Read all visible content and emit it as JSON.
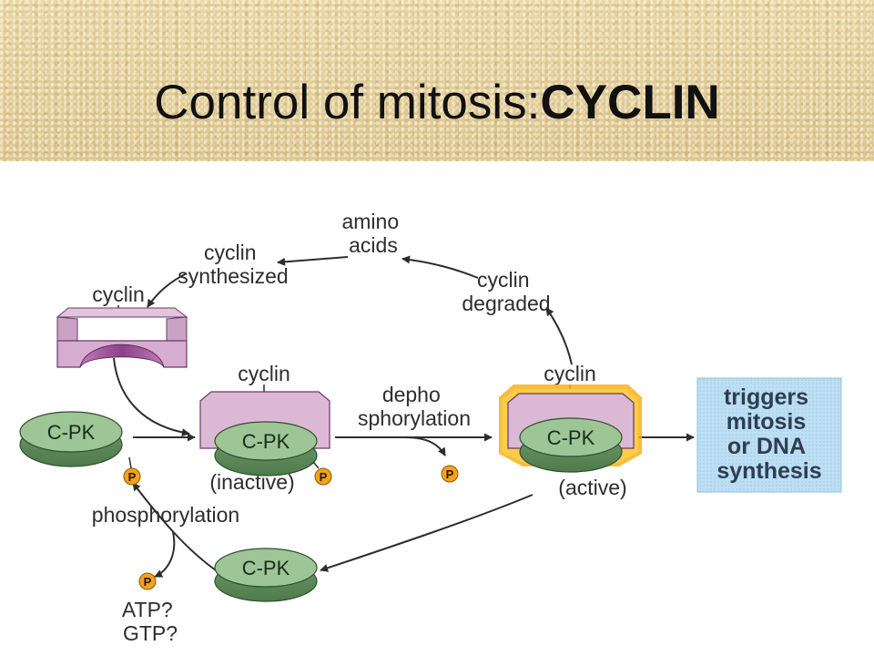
{
  "slide": {
    "title_plain": "Control of mitosis:",
    "title_bold": "CYCLIN"
  },
  "diagram": {
    "amino_acids": [
      "amino",
      "acids"
    ],
    "cyclin_synthesized": [
      "cyclin",
      "synthesized"
    ],
    "cyclin_degraded": [
      "cyclin",
      "degraded"
    ],
    "cyclin_label": "cyclin",
    "cpk_label": "C-PK",
    "inactive_label": "(inactive)",
    "active_label": "(active)",
    "dephosphorylation": [
      "depho",
      "sphorylation"
    ],
    "phosphorylation": "phosphorylation",
    "phosphate": "P",
    "atp_gtp": [
      "ATP?",
      "GTP?"
    ],
    "outcome": [
      "triggers",
      "mitosis",
      "or DNA",
      "synthesis"
    ]
  },
  "colors": {
    "title_band": "#e3cf9d",
    "cyclin_pink": "#d9b3d1",
    "cyclin_purple": "#9a4f97",
    "cpk_green": "#8fba88",
    "active_glow": "#f4b21c",
    "phosphate_orange": "#f3a21a",
    "outcome_box": "#b9dcf2"
  }
}
